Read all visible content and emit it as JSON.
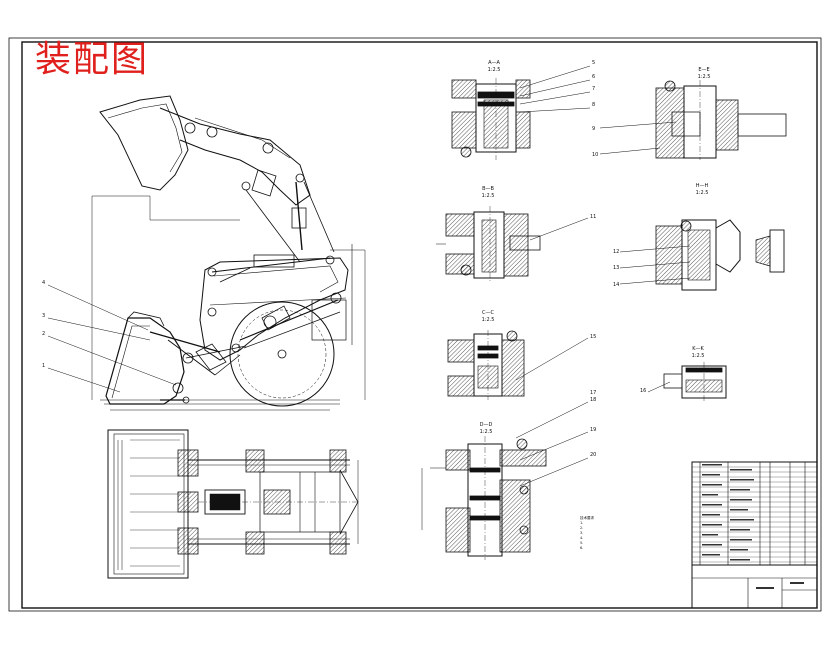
{
  "title": "装配图",
  "callouts_left": [
    "4",
    "3",
    "2",
    "1"
  ],
  "callouts_right": [
    "5",
    "6",
    "7",
    "8",
    "9",
    "10",
    "11",
    "12",
    "13",
    "14",
    "15",
    "16",
    "17",
    "18",
    "19",
    "20"
  ],
  "sections": {
    "a": {
      "name": "A—A",
      "scale": "1:2.5"
    },
    "b": {
      "name": "B—B",
      "scale": "1:2.5"
    },
    "c": {
      "name": "C—C",
      "scale": "1:2.5"
    },
    "d": {
      "name": "D—D",
      "scale": "1:2.5"
    },
    "e": {
      "name": "E—E",
      "scale": "1:2.5"
    },
    "h": {
      "name": "H—H",
      "scale": "1:2.5"
    },
    "k": {
      "name": "K—K",
      "scale": "1:2.5"
    }
  },
  "notes_title": "技术要求",
  "notes": [
    "1.",
    "2.",
    "3.",
    "4.",
    "5.",
    "6."
  ]
}
